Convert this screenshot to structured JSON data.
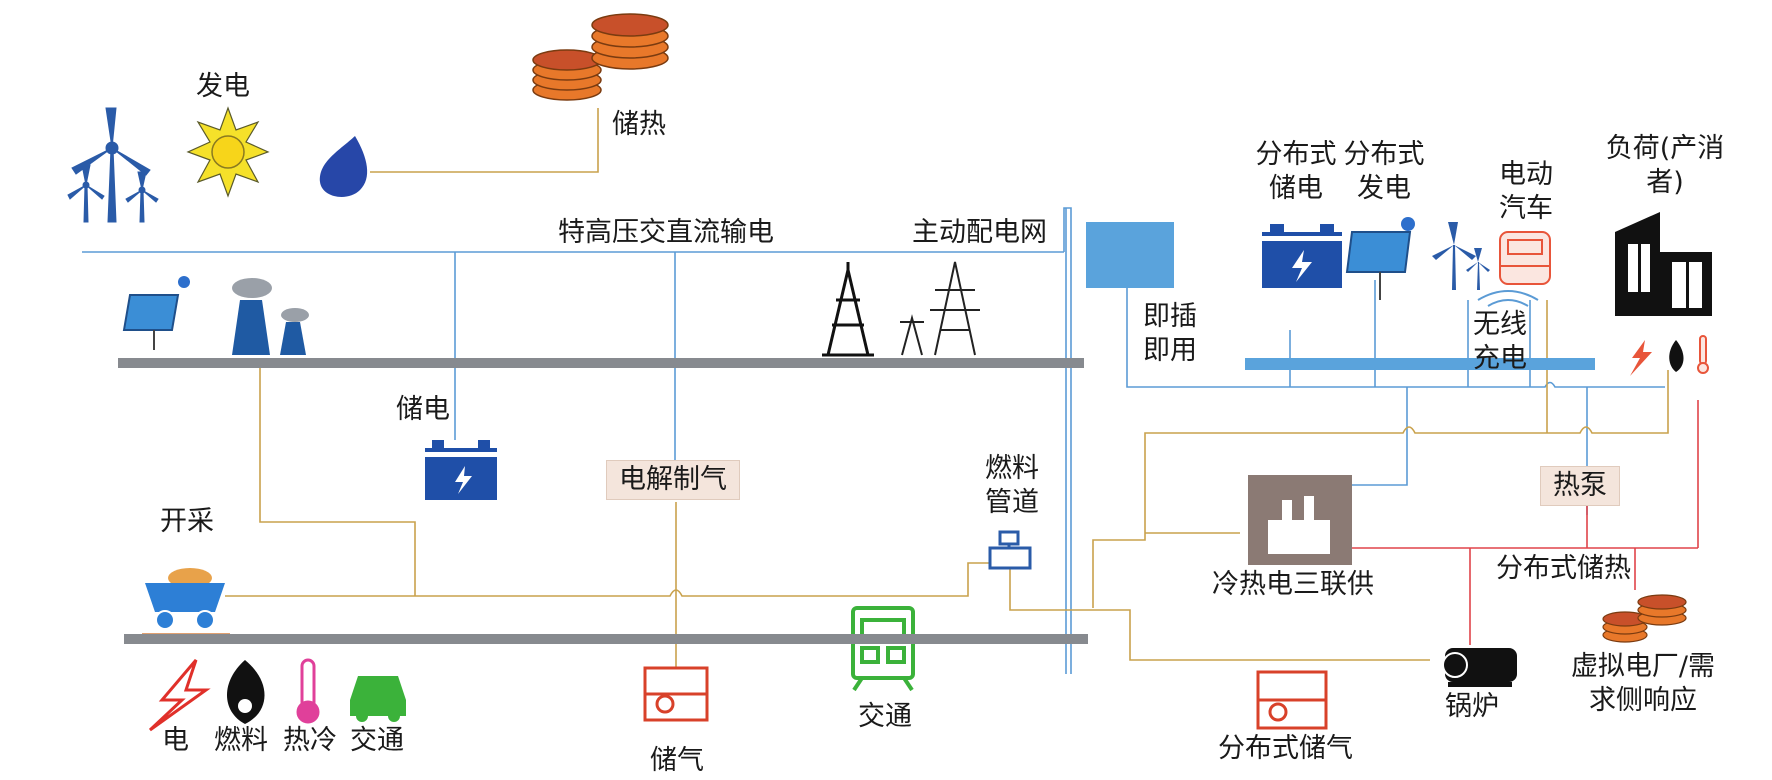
{
  "labels": {
    "generation": "发电",
    "heat_storage": "储热",
    "uhv_transmission": "特高压交直流输电",
    "active_distribution": "主动配电网",
    "distributed_storage_elec": "分布式储电",
    "distributed_generation": "分布式发电",
    "ev": "电动汽车",
    "load": "负荷(产消者)",
    "plug_and_play": "即插即用",
    "wireless_charging": "无线充电",
    "power_storage": "储电",
    "electrolysis": "电解制气",
    "fuel_pipeline": "燃料管道",
    "heat_pump": "热泵",
    "mining": "开采",
    "cchp": "冷热电三联供",
    "distributed_heat_storage": "分布式储热",
    "boiler": "锅炉",
    "vpp": "虚拟电厂/需求侧响应",
    "distributed_gas_storage": "分布式储气",
    "gas_storage": "储气",
    "transport_center": "交通",
    "legend_electric": "电",
    "legend_fuel": "燃料",
    "legend_heat_cold": "热冷",
    "legend_transport": "交通"
  },
  "colors": {
    "electric_line": "#5b9bd5",
    "fuel_line": "#c9a24d",
    "heat_line": "#e0444a",
    "bus_bar": "#878a8f",
    "distribution_bar": "#5aa3dc",
    "accent_orange": "#e8782a"
  },
  "icons": [
    "wind-turbine-icon",
    "sun-icon",
    "water-drop-icon",
    "heat-storage-icon",
    "solar-panel-icon",
    "power-plant-icon",
    "oil-derrick-icon",
    "transmission-tower-icon",
    "battery-icon",
    "mining-cart-icon",
    "lightning-icon",
    "flame-icon",
    "thermometer-icon",
    "car-icon",
    "gas-tank-icon",
    "train-icon",
    "valve-icon",
    "factory-icon",
    "boiler-icon",
    "building-icon",
    "electric-car-icon",
    "wireless-icon"
  ]
}
